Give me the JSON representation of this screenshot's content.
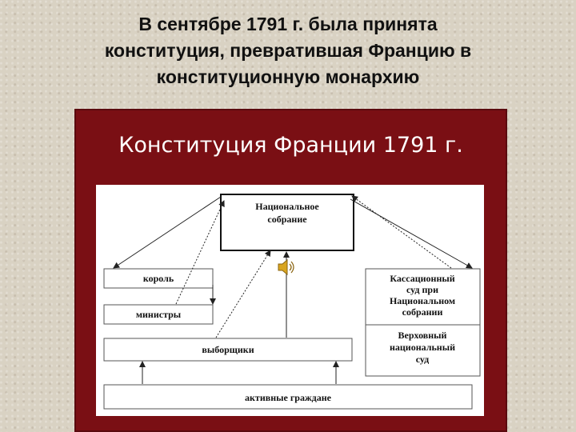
{
  "heading": {
    "line1": "В сентябре 1791 г. была принята",
    "line2": "конституция, превратившая Францию в",
    "line3": "конституционную монархию"
  },
  "panel": {
    "title": "Конституция Франции 1791 г.",
    "background_color": "#7a0f14"
  },
  "diagram": {
    "national_assembly": [
      "Национальное",
      "собрание"
    ],
    "king": "король",
    "ministers": "министры",
    "electors": "выборщики",
    "court": [
      "Кассационный",
      "суд при",
      "Национальном",
      "собрании"
    ],
    "supreme_court": [
      "Верховный",
      "национальный",
      "суд"
    ],
    "active_citizens": "активные граждане",
    "speaker_icon": "speaker-icon"
  }
}
